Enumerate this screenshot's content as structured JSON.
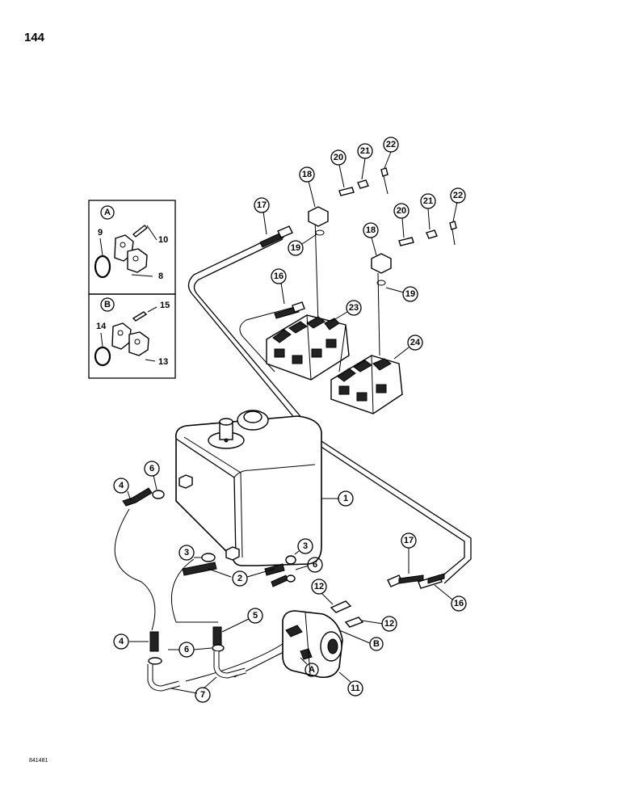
{
  "page": {
    "number": "144",
    "reference": "841481"
  },
  "inset_a": {
    "letter": "A",
    "labels": [
      "9",
      "10",
      "8"
    ]
  },
  "inset_b": {
    "letter": "B",
    "labels": [
      "14",
      "15",
      "13"
    ]
  },
  "callouts": {
    "c1": "1",
    "c2": "2",
    "c3a": "3",
    "c3b": "3",
    "c4a": "4",
    "c4b": "4",
    "c5": "5",
    "c6a": "6",
    "c6b": "6",
    "c6c": "6",
    "c7": "7",
    "c11": "11",
    "c12a": "12",
    "c12b": "12",
    "c16a": "16",
    "c16b": "16",
    "c17a": "17",
    "c17b": "17",
    "c18a": "18",
    "c18b": "18",
    "c19a": "19",
    "c19b": "19",
    "c20a": "20",
    "c20b": "20",
    "c21a": "21",
    "c21b": "21",
    "c22a": "22",
    "c22b": "22",
    "c23": "23",
    "c24": "24",
    "cA": "A",
    "cB": "B"
  },
  "colors": {
    "ink": "#000000",
    "paper": "#ffffff"
  }
}
